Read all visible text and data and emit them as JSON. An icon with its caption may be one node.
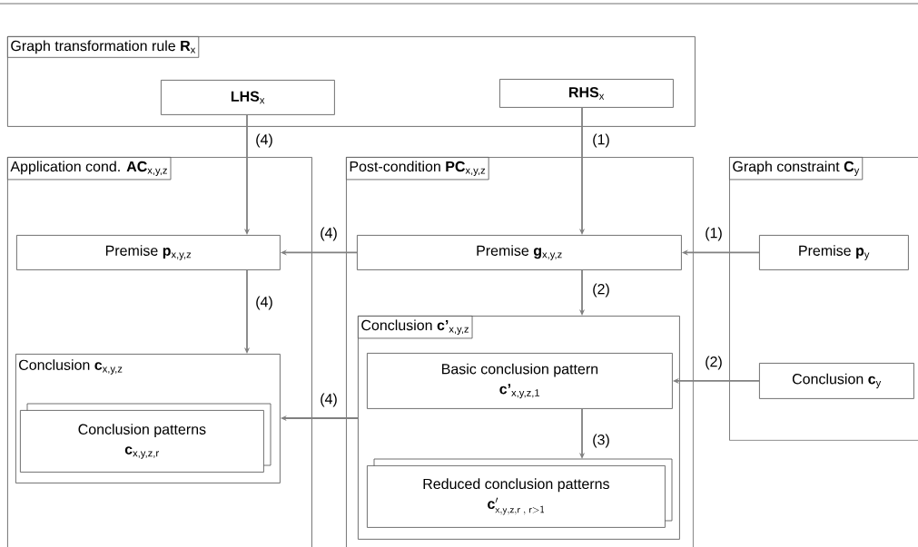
{
  "diagram": {
    "nodes": [
      {
        "text": [
          "Graph transformation rule **R**$_{x}$"
        ]
      },
      {
        "text": [
          "**LHS**$_{x}$"
        ],
        "in": 0
      },
      {
        "text": [
          "**RHS**$_{x}$"
        ],
        "in": 0
      },
      {
        "text": [
          "Application cond. **AC**$_{x,y,z}$"
        ]
      },
      {
        "text": [
          "Premise **p**$_{x,y,z}$"
        ],
        "in": 3
      },
      {
        "text": [
          "Conclusion **c**$_{x,y,z}$"
        ],
        "in": 3
      },
      {
        "text": [
          "Conclusion patterns",
          "**c**$_{x,y,z,r}$"
        ],
        "in": 5
      },
      {
        "text": [
          "Post-condition **PC**$_{x,y,z}$"
        ]
      },
      {
        "text": [
          "Premise **g**$_{x,y,z}$"
        ],
        "in": 7
      },
      {
        "text": [
          "Conclusion **c’**$_{x,y,z}$"
        ],
        "in": 7
      },
      {
        "text": [
          "Basic conclusion pattern",
          "**c’**$_{x,y,z,1}$"
        ],
        "in": 9
      },
      {
        "text": [
          "Reduced conclusion patterns",
          "\\mathbf{c}'_{\\mathsf{x,y,z,r\\;,\\;r>1}}"
        ],
        "in": 9
      },
      {
        "text": [
          "Graph constraint **C**$_{y}$"
        ]
      },
      {
        "text": [
          "Premise **p**$_{y}$"
        ],
        "in": 12
      },
      {
        "text": [
          "Conclusion **c**$_{y}$"
        ],
        "in": 12
      }
    ],
    "edges": [
      {
        "from": 2,
        "to": 8,
        "arrow": "to",
        "label": "(1)"
      },
      {
        "from": 1,
        "to": 4,
        "arrow": "to",
        "label": "(4)"
      },
      {
        "from": 8,
        "to": 4,
        "arrow": "to",
        "label": "(4)"
      },
      {
        "from": 13,
        "to": 8,
        "arrow": "to",
        "label": "(1)"
      },
      {
        "from": 8,
        "to": 9,
        "arrow": "to",
        "label": "(2)"
      },
      {
        "from": 14,
        "to": 10,
        "arrow": "to",
        "label": "(2)"
      },
      {
        "from": 10,
        "to": 11,
        "arrow": "to",
        "label": "(3)"
      },
      {
        "from": 4,
        "to": 5,
        "arrow": "to",
        "label": "(4)"
      },
      {
        "from": 9,
        "to": 5,
        "arrow": "to",
        "label": "(4)"
      }
    ]
  }
}
